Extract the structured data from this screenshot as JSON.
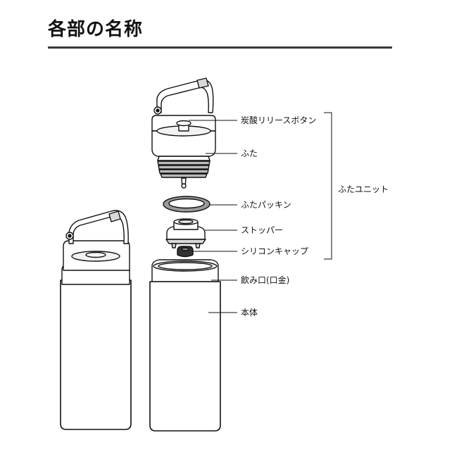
{
  "header": {
    "title": "各部の名称"
  },
  "parts": {
    "release_button": "炭酸リリースボタン",
    "lid": "ふた",
    "lid_gasket": "ふたパッキン",
    "stopper": "ストッパー",
    "silicone_cap": "シリコンキャップ",
    "mouth": "飲み口(口金)",
    "body": "本体"
  },
  "group": {
    "lid_unit": "ふたユニット"
  }
}
